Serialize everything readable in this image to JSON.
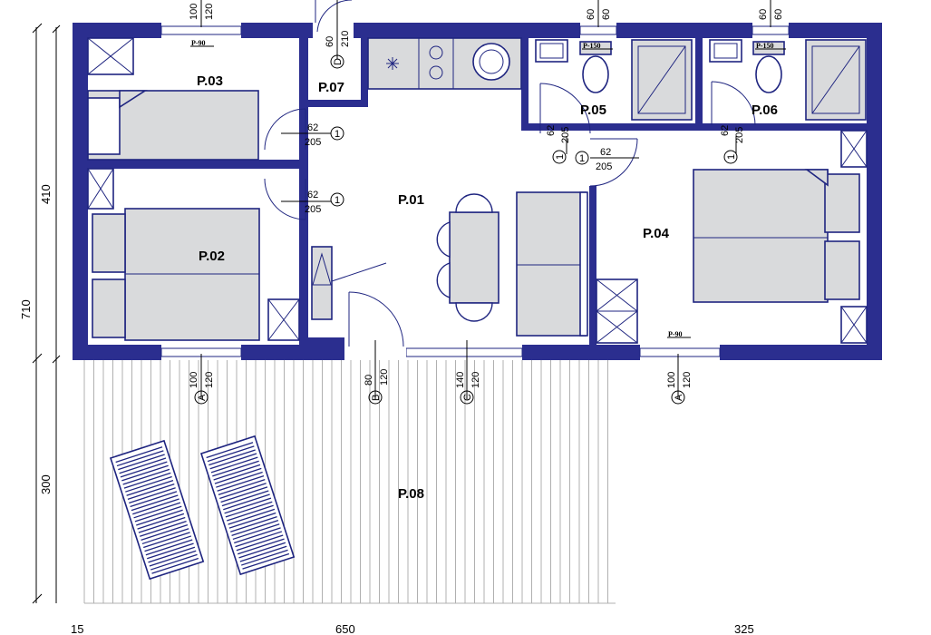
{
  "rooms": {
    "p01": "P.01",
    "p02": "P.02",
    "p03": "P.03",
    "p04": "P.04",
    "p05": "P.05",
    "p06": "P.06",
    "p07": "P.07",
    "p08": "P.08"
  },
  "window_tags": {
    "top_left": "P-90",
    "bath1": "P-150",
    "bath2": "P-150",
    "bottom_right": "P-90"
  },
  "dimensions": {
    "left_410": "410",
    "left_710": "710",
    "left_300": "300",
    "bottom_15": "15",
    "bottom_650": "650",
    "bottom_325": "325",
    "top_window_w": "100",
    "top_window_h": "120",
    "door_d_w": "60",
    "door_d_h": "210",
    "bath1_w": "60",
    "bath1_h": "60",
    "bath2_w": "60",
    "bath2_h": "60",
    "bot_a_w": "100",
    "bot_a_h": "120",
    "bot_b_w": "80",
    "bot_b_h": "120",
    "bot_c_w": "140",
    "bot_c_h": "120",
    "bot_a2_w": "100",
    "bot_a2_h": "120",
    "door1_w": "62",
    "door1_h": "205",
    "door2_w": "62",
    "door2_h": "205",
    "door3_w": "62",
    "door3_h": "205",
    "door4_w": "62",
    "door4_h": "205",
    "door5_w": "62",
    "door5_h": "205"
  },
  "markers": {
    "a_left": "A",
    "b": "B",
    "c": "C",
    "a_right": "A",
    "d": "D",
    "one_a": "1",
    "one_b": "1",
    "one_c": "1",
    "one_d": "1",
    "one_e": "1"
  },
  "colors": {
    "wall": "#2b2e8f",
    "furniture": "#d9dadc",
    "deck": "#b0b0b0"
  }
}
